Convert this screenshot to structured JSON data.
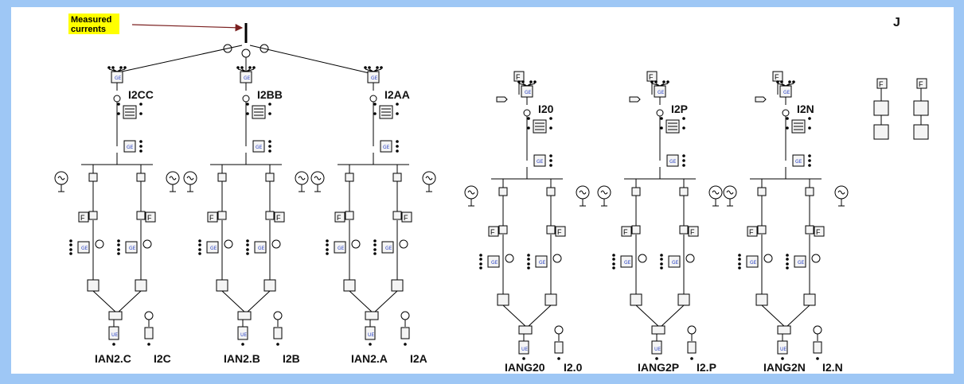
{
  "title_line1": "Measured",
  "title_line2": "currents",
  "highlight_color": "#ffff00",
  "frame_color": "#9ec7f5",
  "corner_mark": "J",
  "chains": [
    {
      "top_label": "I2CC",
      "bottom_left": "IAN2.C",
      "bottom_right": "I2C"
    },
    {
      "top_label": "I2BB",
      "bottom_left": "IAN2.B",
      "bottom_right": "I2B"
    },
    {
      "top_label": "I2AA",
      "bottom_left": "IAN2.A",
      "bottom_right": "I2A"
    },
    {
      "top_label": "I20",
      "bottom_left": "IANG20",
      "bottom_right": "I2.0"
    },
    {
      "top_label": "I2P",
      "bottom_left": "IANG2P",
      "bottom_right": "I2.P"
    },
    {
      "top_label": "I2N",
      "bottom_left": "IANG2N",
      "bottom_right": "I2.N"
    }
  ]
}
